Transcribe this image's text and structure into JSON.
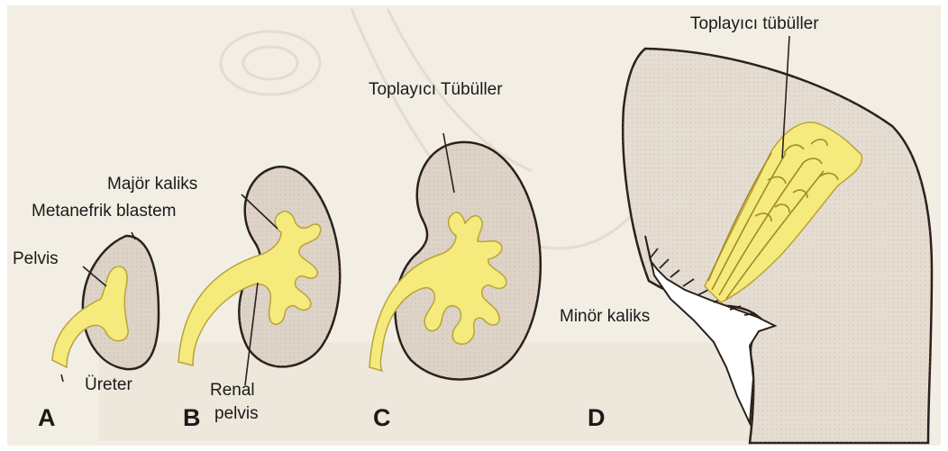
{
  "labels": {
    "pelvis": "Pelvis",
    "ureter": "Üreter",
    "metanephric_blastema": "Metanefrik blastem",
    "major_calyx": "Majör kaliks",
    "renal_pelvis_line1": "Renal",
    "renal_pelvis_line2": "pelvis",
    "collecting_tubules_c": "Toplayıcı Tübüller",
    "collecting_tubules_d": "Toplayıcı tübüller",
    "minor_calyx": "Minör kaliks"
  },
  "stages": [
    {
      "letter": "A"
    },
    {
      "letter": "B"
    },
    {
      "letter": "C"
    },
    {
      "letter": "D"
    }
  ],
  "colors": {
    "page": "#ffffff",
    "paper": "#f3eee4",
    "tissue": "#ddd3c7",
    "tissue_d": "#e5ddd2",
    "outline": "#2b211c",
    "bud_yellow": "#f5ea7c",
    "bud_outline": "#b9a33a"
  }
}
